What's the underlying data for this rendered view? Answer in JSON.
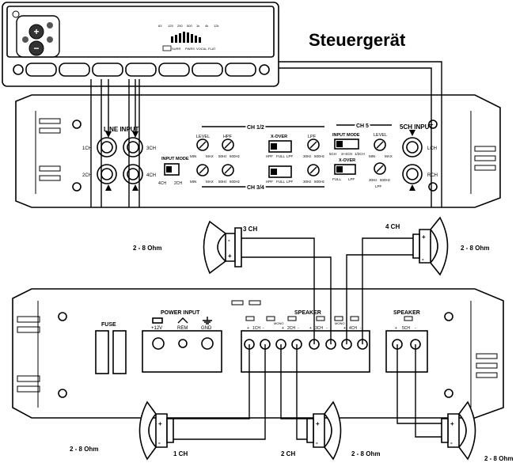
{
  "title": "Steuergerät",
  "head_unit": {
    "band_labels": [
      "63",
      "125",
      "250",
      "500",
      "1k",
      "4k",
      "12k"
    ],
    "mode_labels": [
      "SURR",
      "PWRS",
      "VOCAL",
      "FLAT"
    ]
  },
  "upper_amp": {
    "line_input_label": "LINE INPUT",
    "line_channels": [
      "1CH",
      "2CH",
      "3CH",
      "4CH"
    ],
    "input_mode_label": "INPUT MODE",
    "input_mode_options": [
      "4CH",
      "2CH"
    ],
    "ch12_label": "CH 1/2",
    "ch34_label": "CH 3/4",
    "ch5_label": "CH 5",
    "level_label": "LEVEL",
    "hpf_label": "HPF",
    "lpf_label": "LPF",
    "xover_label": "X-OVER",
    "xover_options": [
      "HPF",
      "FULL",
      "LPF"
    ],
    "min_label": "MIN",
    "max_label": "MAX",
    "hpf_range": [
      "50Hz",
      "500Hz"
    ],
    "lpf_range": [
      "30Hz",
      "500Hz"
    ],
    "ch5_input_mode_label": "INPUT MODE",
    "ch5_input_mode_options": [
      "5CH",
      "3+4CH",
      "1/2CH"
    ],
    "ch5_xover_options": [
      "FULL",
      "LPF"
    ],
    "ch5_lpf_label": "LPF",
    "sch_input_label": "5CH INPUT",
    "sch_channels": [
      "LCH",
      "RCH"
    ]
  },
  "lower_amp": {
    "fuse_label": "FUSE",
    "power_input_label": "POWER INPUT",
    "power_terminals": [
      "+12V",
      "REM",
      "GND"
    ],
    "speaker_label": "SPEAKER",
    "speaker_terminals": [
      "1CH",
      "2CH",
      "MONO",
      "3CH",
      "4CH"
    ],
    "sign_plus": "+",
    "sign_minus": "-",
    "speaker2_label": "SPEAKER",
    "speaker2_terminal": "5CH"
  },
  "speakers": [
    {
      "channel": "3 CH",
      "impedance": "2 - 8 Ohm"
    },
    {
      "channel": "4 CH",
      "impedance": "2 - 8 Ohm"
    },
    {
      "channel": "1 CH",
      "impedance": "2 - 8 Ohm"
    },
    {
      "channel": "2 CH",
      "impedance": "2 - 8 Ohm"
    },
    {
      "channel": "",
      "impedance": "2 - 8 Ohm"
    }
  ]
}
